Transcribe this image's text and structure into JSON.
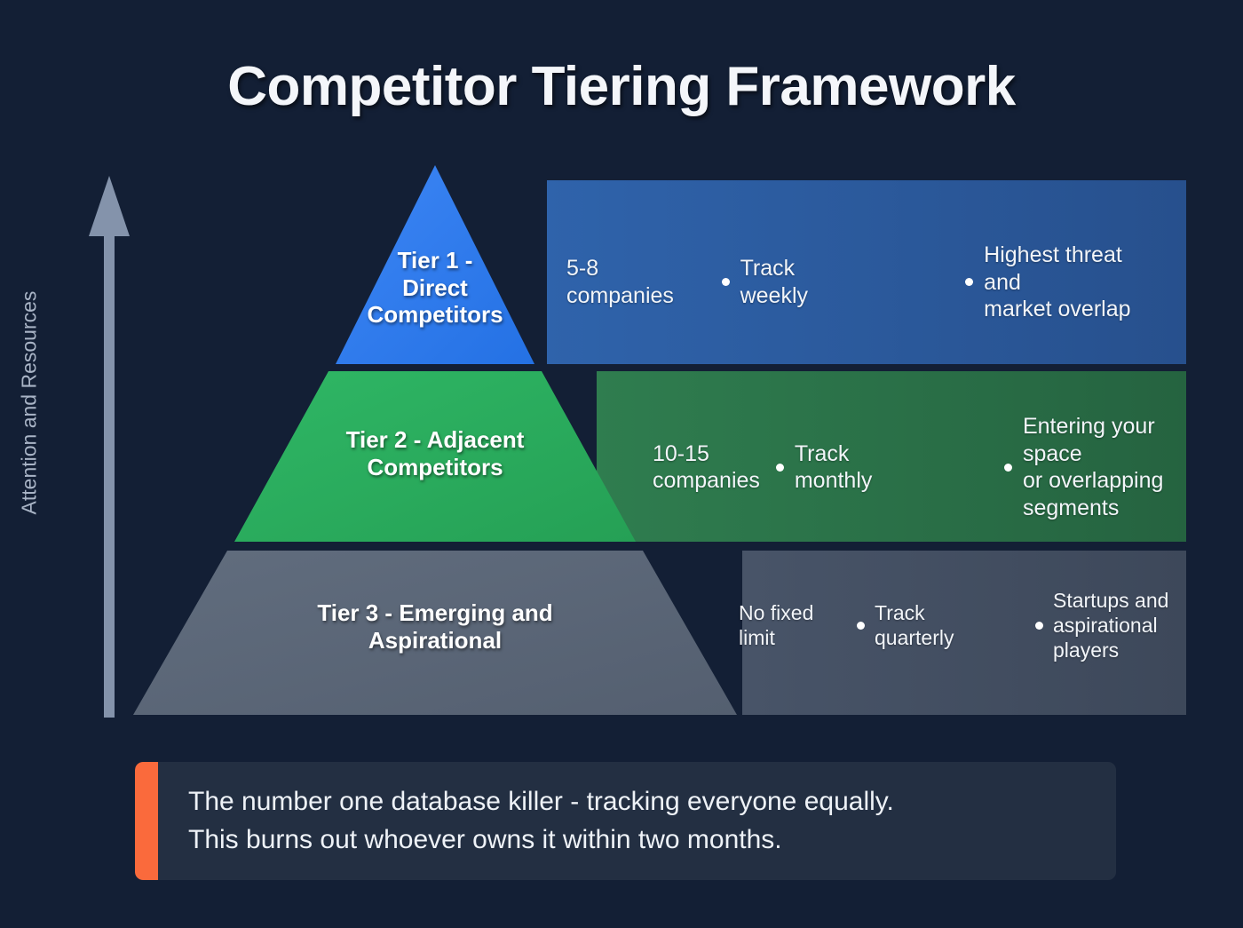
{
  "title": "Competitor Tiering Framework",
  "axis": {
    "label": "Attention and Resources",
    "arrow_icon": "up-arrow-icon",
    "direction": "up"
  },
  "colors": {
    "background": "#131f35",
    "tier1_shape": "#2b7cf0",
    "tier1_band": "#2c5a9e",
    "tier2_shape": "#2aab5e",
    "tier2_band": "#2a7046",
    "tier3_shape": "#5b6778",
    "tier3_band": "#424e61",
    "callout_background": "#232f42",
    "callout_accent": "#fa6a3c",
    "axis_arrow": "#8493ab",
    "text": "#ffffff"
  },
  "tiers": [
    {
      "id": "tier-1",
      "title": "Tier 1 - Direct Competitors",
      "title_lines": [
        "Tier 1 -",
        "Direct",
        "Competitors"
      ],
      "details": [
        {
          "lines": [
            "5-8",
            "companies"
          ]
        },
        {
          "lines": [
            "Track",
            "weekly"
          ]
        },
        {
          "lines": [
            "Highest threat and",
            "market overlap"
          ]
        }
      ]
    },
    {
      "id": "tier-2",
      "title": "Tier 2 - Adjacent Competitors",
      "title_lines": [
        "Tier 2 - Adjacent",
        "Competitors"
      ],
      "details": [
        {
          "lines": [
            "10-15",
            "companies"
          ]
        },
        {
          "lines": [
            "Track",
            "monthly"
          ]
        },
        {
          "lines": [
            "Entering your space",
            "or overlapping",
            "segments"
          ]
        }
      ]
    },
    {
      "id": "tier-3",
      "title": "Tier 3 - Emerging and Aspirational",
      "title_lines": [
        "Tier 3 - Emerging and",
        "Aspirational"
      ],
      "details": [
        {
          "lines": [
            "No fixed",
            "limit"
          ]
        },
        {
          "lines": [
            "Track",
            "quarterly"
          ]
        },
        {
          "lines": [
            "Startups and",
            "aspirational",
            "players"
          ]
        }
      ]
    }
  ],
  "callout": {
    "lines": [
      "The number one database killer - tracking everyone equally.",
      "This burns out whoever owns it within two months."
    ]
  }
}
